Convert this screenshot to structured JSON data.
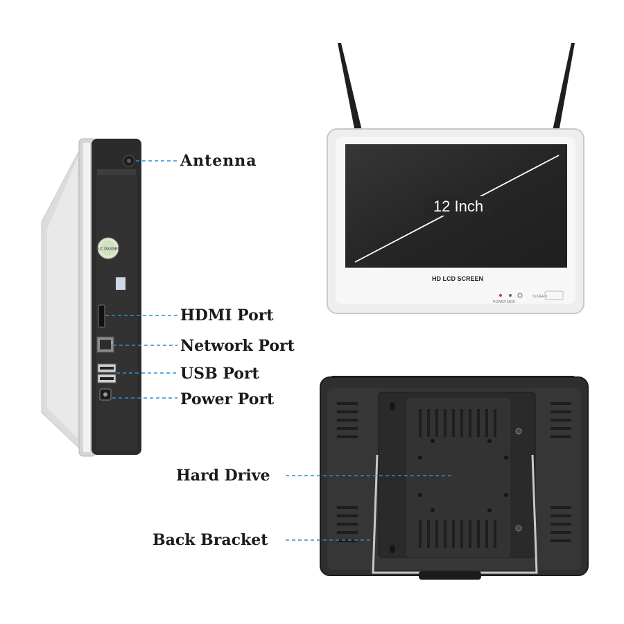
{
  "labels": {
    "antenna": "Antenna",
    "hdmi_port": "HDMI Port",
    "network_port": "Network Port",
    "usb_port": "USB Port",
    "power_port": "Power Port",
    "hard_drive": "Hard Drive",
    "back_bracket": "Back Bracket"
  },
  "front": {
    "screen_size": "12 Inch",
    "screen_brand": "HD LCD SCREEN",
    "buttons_text": "POWER MOD",
    "screen_button_text": "SCREEN"
  },
  "side": {
    "qc_sticker": "Q.C PASSED"
  },
  "colors": {
    "leader_line": "#2a8fd0",
    "bezel": "#eeeeee",
    "screen": "#262626",
    "body_dark": "#2b2b2b",
    "label_text": "#1a1a1a"
  }
}
